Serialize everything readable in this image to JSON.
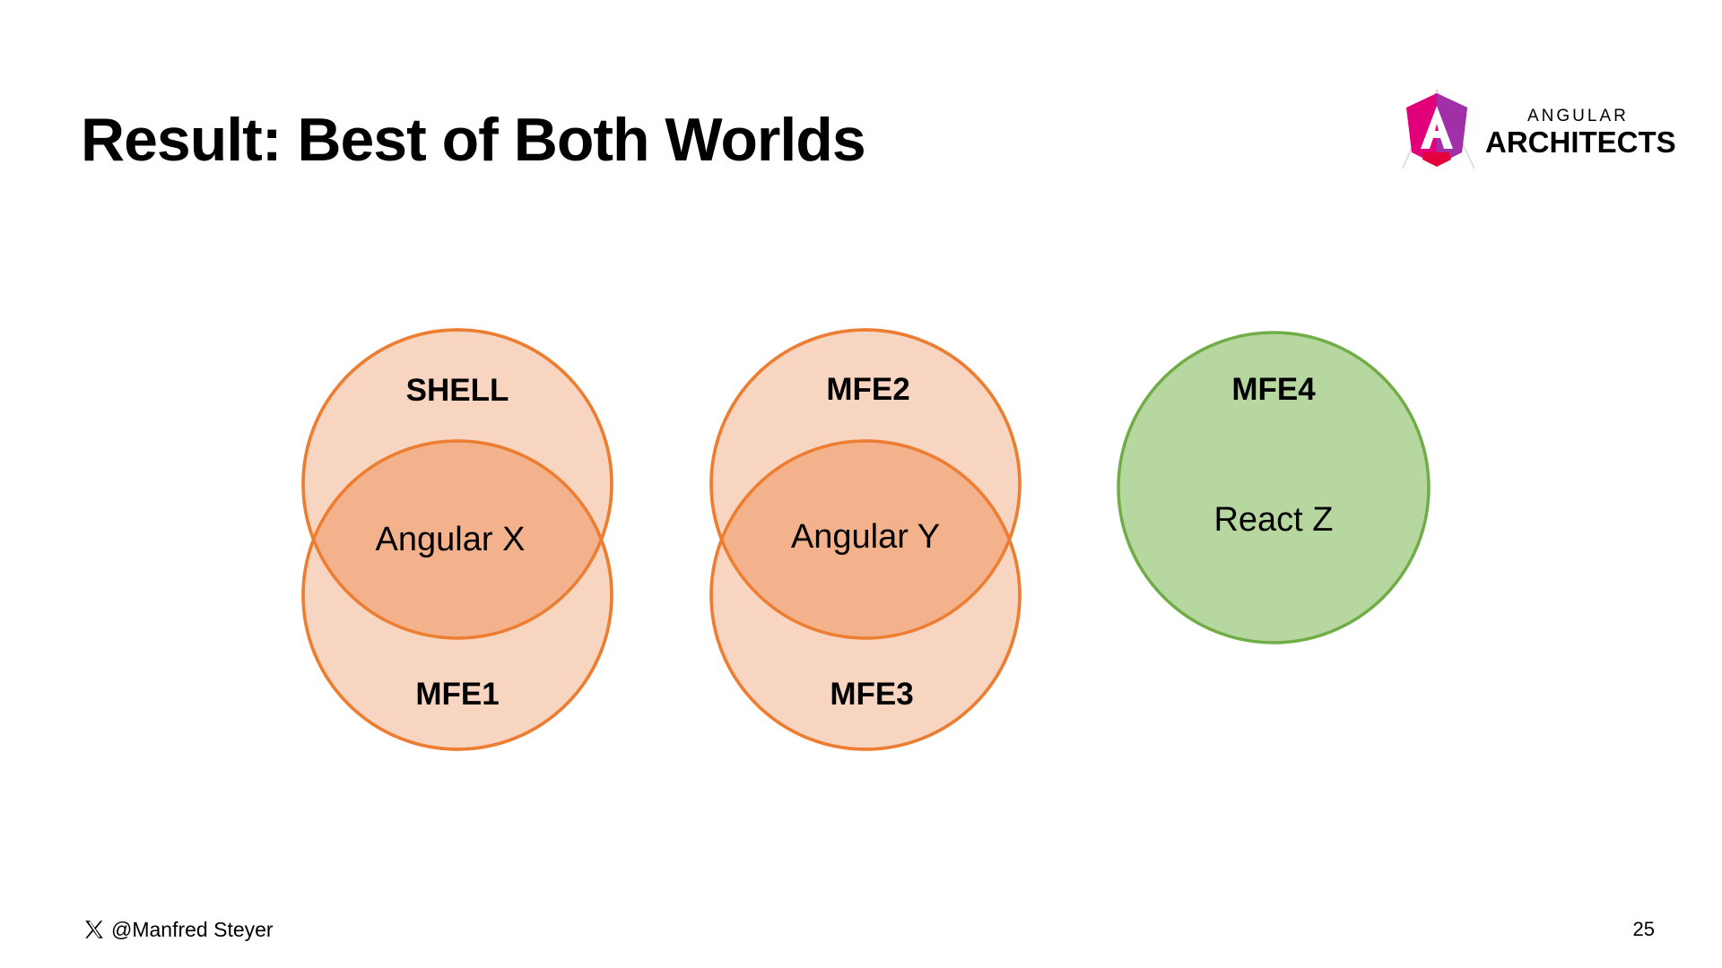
{
  "slide": {
    "title": "Result: Best of Both Worlds",
    "page_number": "25"
  },
  "logo": {
    "small_text": "ANGULAR",
    "big_text": "ARCHITECTS",
    "icon": "angular-architects-logo-icon",
    "colors": {
      "magenta": "#e2007a",
      "purple": "#7b2ea3",
      "red": "#e6003b"
    }
  },
  "footer": {
    "icon": "x-logo-icon",
    "handle": "@Manfred Steyer"
  },
  "diagram": {
    "groups": [
      {
        "top_label": "SHELL",
        "bottom_label": "MFE1",
        "shared_label": "Angular X",
        "fill": "#f8d5c1",
        "overlap_fill": "#f3b18c",
        "stroke": "#ed7d31"
      },
      {
        "top_label": "MFE2",
        "bottom_label": "MFE3",
        "shared_label": "Angular Y",
        "fill": "#f8d5c1",
        "overlap_fill": "#f3b18c",
        "stroke": "#ed7d31"
      }
    ],
    "single": {
      "top_label": "MFE4",
      "center_label": "React Z",
      "fill": "#b6d8a0",
      "stroke": "#70ad47"
    }
  }
}
